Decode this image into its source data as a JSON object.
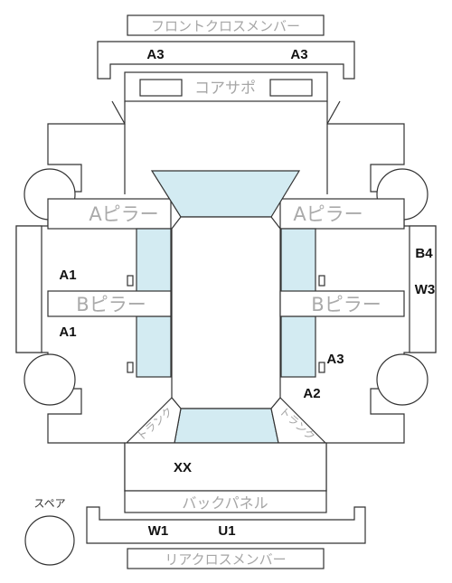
{
  "labels": {
    "front_cross_member": "フロントクロスメンバー",
    "core_support": "コアサポ",
    "a_pillar": "Aピラー",
    "b_pillar": "Bピラー",
    "back_panel": "バックパネル",
    "rear_cross_member": "リアクロスメンバー",
    "spare": "スペア",
    "trunk_floor": "トランク"
  },
  "codes": {
    "front_left": "A3",
    "front_right": "A3",
    "left_front_door": "A1",
    "left_rear_door": "A1",
    "right_b4": "B4",
    "right_w3": "W3",
    "right_rear_door": "A3",
    "right_rear_fender": "A2",
    "trunk": "XX",
    "rear_left": "W1",
    "rear_right": "U1"
  },
  "colors": {
    "glass": "#d3ebf2",
    "outline": "#333333",
    "label_gray": "#a6a6a6"
  }
}
